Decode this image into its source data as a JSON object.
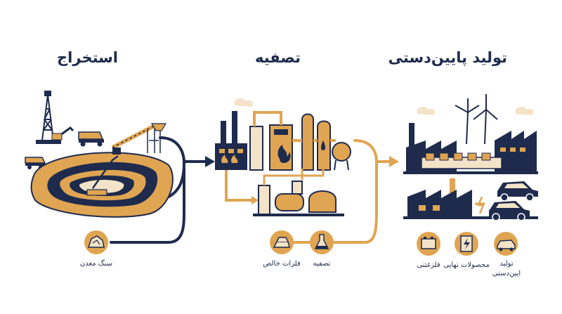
{
  "stages": {
    "extraction": {
      "title": "استخراج"
    },
    "refining": {
      "title": "تصفیه"
    },
    "downstream": {
      "title": "تولید پایین‌دستی"
    }
  },
  "labels": {
    "ore": "سنگ معدن",
    "pure_metals": "فلزات خالص",
    "refining": "تصفیه",
    "metallurgy": "فلزغتنی",
    "final_products": "محصولات نهایی",
    "downstream_line1": "تولید",
    "downstream_line2": "ایین‌دستی"
  },
  "colors": {
    "navy": "#1f2b4d",
    "orange": "#e0a552",
    "light": "#f2e3c9"
  },
  "icons": [
    "oil-rig-icon",
    "excavator-icon",
    "dump-truck-icon",
    "conveyor-icon",
    "open-pit-mine-icon",
    "ore-rock-icon",
    "refinery-icon",
    "flame-icon",
    "droplet-icon",
    "metal-ingot-icon",
    "flask-icon",
    "wind-turbine-icon",
    "factory-icon",
    "electric-car-icon",
    "battery-icon",
    "lightning-icon",
    "car-icon"
  ]
}
